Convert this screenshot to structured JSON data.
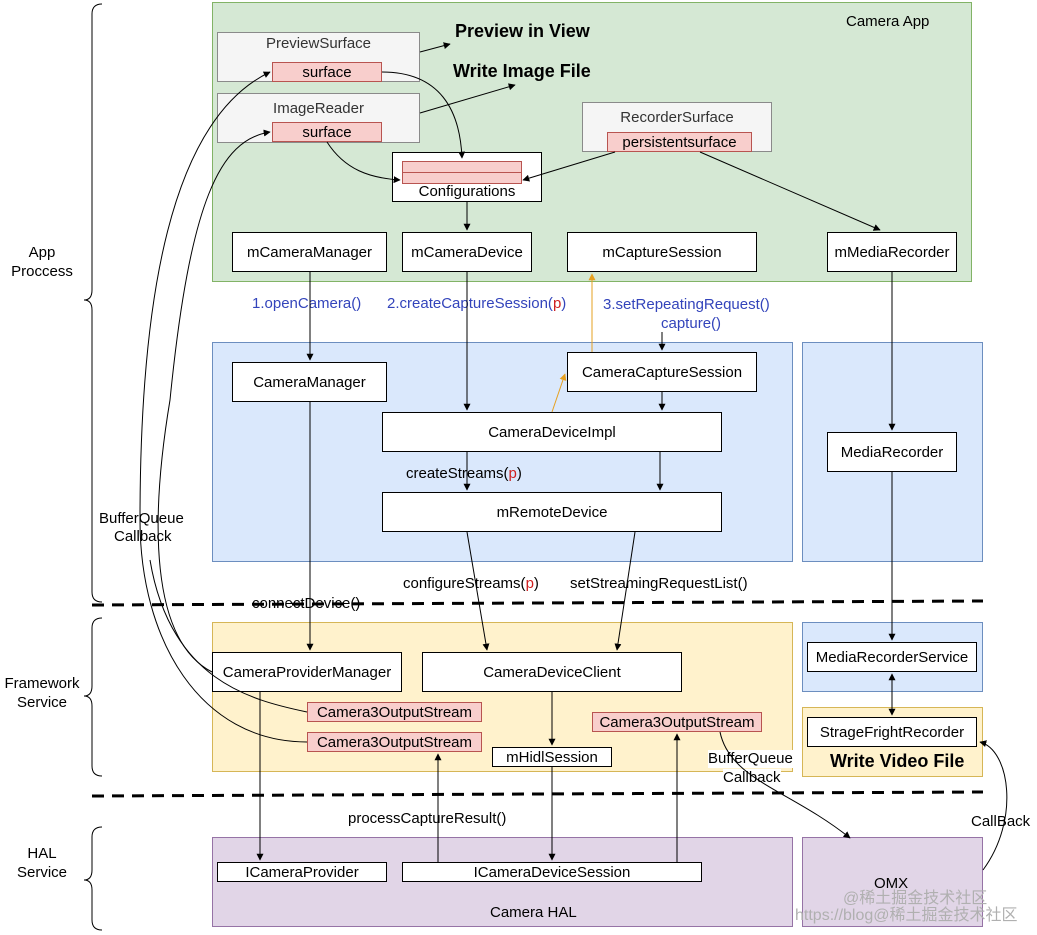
{
  "layers": {
    "app": "App\nProccess",
    "framework": "Framework\nService",
    "hal": "HAL\nService"
  },
  "regions": {
    "camera_app": "Camera App",
    "camera_hal": "Camera HAL",
    "omx": "OMX"
  },
  "app": {
    "preview_surface": "PreviewSurface",
    "image_reader": "ImageReader",
    "surface": "surface",
    "recorder_surface": "RecorderSurface",
    "persistent_surface": "persistentsurface",
    "configurations": "Configurations",
    "preview_in_view": "Preview in View",
    "write_image_file": "Write Image File",
    "m_camera_manager": "mCameraManager",
    "m_camera_device": "mCameraDevice",
    "m_capture_session": "mCaptureSession",
    "m_media_recorder": "mMediaRecorder"
  },
  "calls": {
    "open_camera": "1.openCamera()",
    "create_capture_session": "2.createCaptureSession(",
    "p": "p",
    "close_paren": ")",
    "set_repeating_request": "3.setRepeatingRequest()",
    "capture": "capture()",
    "create_streams": "createStreams(",
    "configure_streams": "configureStreams(",
    "set_streaming_request_list": "setStreamingRequestList()",
    "connect_device": "connectDevice()",
    "buffer_queue_callback_1": "BufferQueue",
    "buffer_queue_callback_2": "Callback",
    "process_capture_result": "processCaptureResult()",
    "callback": "CallBack"
  },
  "framework": {
    "camera_manager": "CameraManager",
    "camera_capture_session": "CameraCaptureSession",
    "camera_device_impl": "CameraDeviceImpl",
    "m_remote_device": "mRemoteDevice",
    "media_recorder": "MediaRecorder",
    "camera_provider_manager": "CameraProviderManager",
    "camera_device_client": "CameraDeviceClient",
    "camera3_output_stream": "Camera3OutputStream",
    "m_hidl_session": "mHidlSession",
    "media_recorder_service": "MediaRecorderService",
    "stagefright_recorder": "StrageFrightRecorder",
    "write_video_file": "Write Video File"
  },
  "hal": {
    "i_camera_provider": "ICameraProvider",
    "i_camera_device_session": "ICameraDeviceSession"
  },
  "watermark": {
    "line1": "@稀土掘金技术社区",
    "line2": "https://blog@稀土掘金技术社区"
  },
  "colors": {
    "app_green": "#d5e8d4",
    "framework_blue": "#dae8fc",
    "service_yellow": "#fff2cc",
    "hal_purple": "#e1d5e7",
    "surface_pink": "#f8cecc",
    "call_blue": "#3344bb",
    "param_red": "#d02020",
    "orange_arrow": "#e6a020"
  }
}
